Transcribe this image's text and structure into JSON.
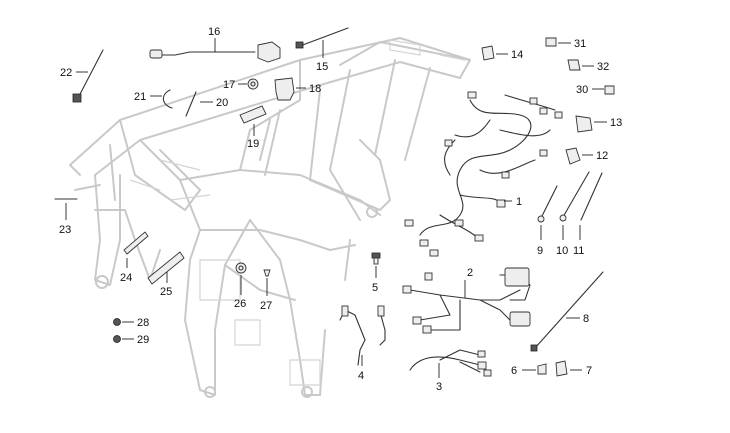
{
  "callouts": {
    "n1": "1",
    "n2": "2",
    "n3": "3",
    "n4": "4",
    "n5": "5",
    "n6": "6",
    "n7": "7",
    "n8": "8",
    "n9": "9",
    "n10": "10",
    "n11": "11",
    "n12": "12",
    "n13": "13",
    "n14": "14",
    "n15": "15",
    "n16": "16",
    "n17": "17",
    "n18": "18",
    "n19": "19",
    "n20": "20",
    "n21": "21",
    "n22": "22",
    "n23": "23",
    "n24": "24",
    "n25": "25",
    "n26": "26",
    "n27": "27",
    "n28": "28",
    "n29": "29",
    "n30": "30",
    "n31": "31",
    "n32": "32"
  }
}
